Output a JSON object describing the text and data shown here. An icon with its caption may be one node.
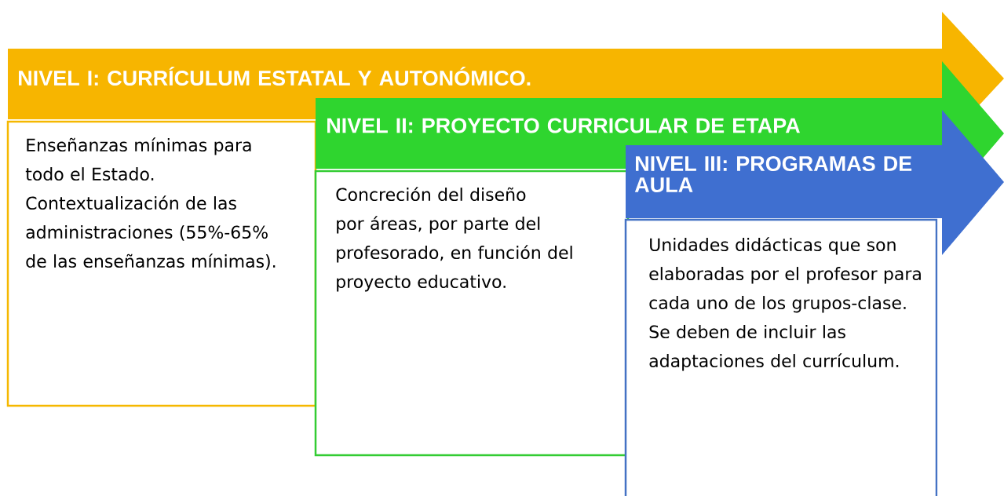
{
  "diagram": {
    "nodes": [
      {
        "text": [
          "NIVEL I: CURRÍCULUM ESTATAL Y AUTONÓMICO."
        ]
      },
      {
        "text": [
          "Enseñanzas mínimas para todo el Estado.",
          "Contextualización de las administraciones (55%-65% de las enseñanzas mínimas)."
        ]
      },
      {
        "text": [
          "NIVEL II:  PROYECTO CURRICULAR DE ETAPA"
        ]
      },
      {
        "text": [
          "Concreción del diseño por áreas, por parte del profesorado, en función del proyecto educativo."
        ]
      },
      {
        "text": [
          "NIVEL  III:  PROGRAMAS DE AULA"
        ]
      },
      {
        "text": [
          "Unidades didácticas que son elaboradas por el profesor para cada uno de los grupos-clase.",
          "Se deben de incluir las adaptaciones del currículum."
        ]
      }
    ]
  }
}
